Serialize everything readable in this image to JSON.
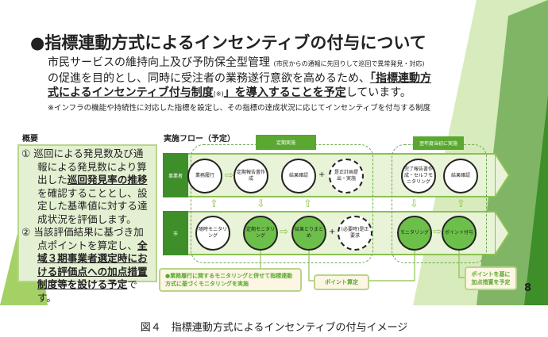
{
  "title": "●指標連動方式によるインセンティブの付与について",
  "intro": {
    "line1": "市民サービスの維持向上及び予防保全型管理",
    "line1_small": "(市民からの通報に先回りして巡回で異常発見・対応)",
    "line2": "の促進を目的とし、同時に受注者の業務遂行意欲を高めるため、",
    "line2_bold": "「指標連動方",
    "line3_bold": "式によるインセンティブ付与制度",
    "line3_mark": "(※)",
    "line3_bold2": "」を導入することを予定",
    "line3_end": "しています。",
    "note": "※インフラの機能や持続性に対応した指標を設定し、その指標の達成状況に応じてインセンティブを付与する制度"
  },
  "summary": {
    "label": "概要",
    "item1_a": "① 巡回による発見数及び通報による発見数により算出した",
    "item1_b": "巡回発見率の推移",
    "item1_c": "を確認することとし、設定した基準値に対する達成状況を評価します。",
    "item2_a": "② 当該評価結果に基づき加点ポイントを算定し、",
    "item2_b": "全域３期事業者選定時における評価点への加点措置制度等を設ける予定",
    "item2_c": "です。"
  },
  "flow": {
    "label": "実施フロー（予定）",
    "group1": "定期実施",
    "group2": "翌年度当初に実施",
    "lane1": "事業者",
    "lane2": "市",
    "lane1_steps": [
      "業務履行",
      "定期報告書作成",
      "結果確認",
      "是正計画提出・実施",
      "完了報告書作成・セルフモニタリング",
      "結果確認"
    ],
    "lane2_steps": [
      "随時モニタリング",
      "定期モニタリング",
      "結果とりまとめ",
      "(必要時)是正要求",
      "モニタリング",
      "ポイント付与"
    ],
    "plus": "+",
    "note1": "●業務履行に関するモニタリングと併せて指標連動方式に基づくモニタリングを実施",
    "note2": "ポイント算定",
    "note3": "ポイントを基に加点措置を予定"
  },
  "page_number": "8",
  "caption": "図４　指標連動方式によるインセンティブの付与イメージ"
}
